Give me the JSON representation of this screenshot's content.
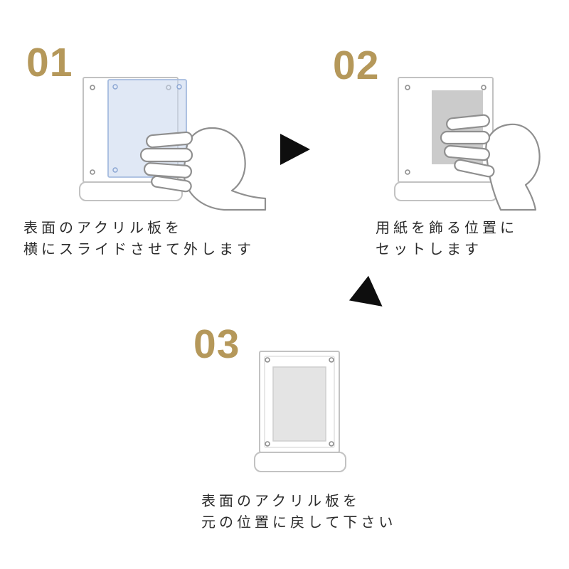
{
  "colors": {
    "background": "#ffffff",
    "accent_gold": "#b5985a",
    "text": "#2b2b2b",
    "outline_gray": "#c2c2c2",
    "hand_outline": "#8f8f8f",
    "acrylic_fill": "#ccd9ef",
    "acrylic_stroke": "#a6bcdf",
    "paper_dark": "#cbcbcb",
    "paper_light": "#e4e4e4",
    "arrow_black": "#0e0e0e"
  },
  "steps": [
    {
      "number": "01",
      "caption": [
        "表面のアクリル板を",
        "横にスライドさせて外します"
      ]
    },
    {
      "number": "02",
      "caption": [
        "用紙を飾る位置に",
        "セットします"
      ]
    },
    {
      "number": "03",
      "caption": [
        "表面のアクリル板を",
        "元の位置に戻して下さい"
      ]
    }
  ],
  "icons": {
    "arrow1": "right-triangle-arrow",
    "arrow2": "down-right-triangle-arrow",
    "screw": "screw-dot",
    "hand": "hand-grabbing"
  }
}
